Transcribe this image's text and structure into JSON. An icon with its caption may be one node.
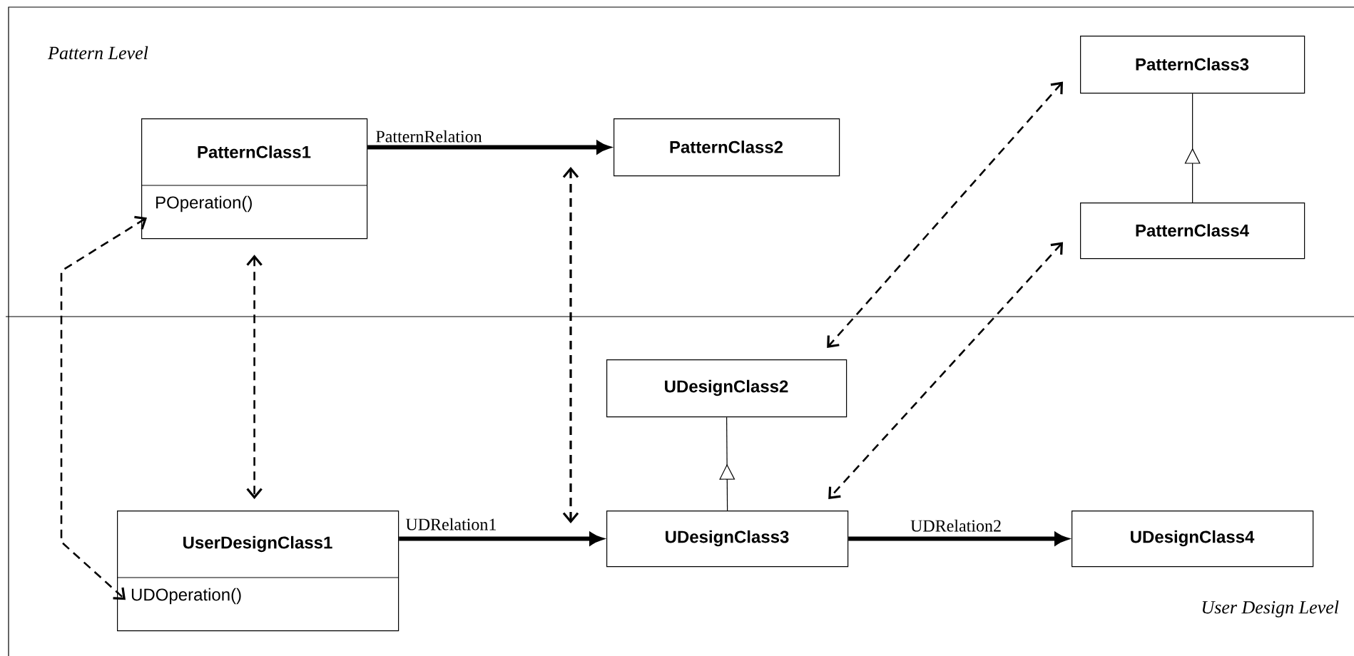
{
  "diagram": {
    "nodes": [
      {
        "text": [
          "PatternClass1",
          "POperation()"
        ]
      },
      {
        "text": [
          "PatternClass2"
        ]
      },
      {
        "text": [
          "PatternClass3"
        ]
      },
      {
        "text": [
          "PatternClass4"
        ]
      },
      {
        "text": [
          "UDesignClass2"
        ]
      },
      {
        "text": [
          "UserDesignClass1",
          "UDOperation()"
        ]
      },
      {
        "text": [
          "UDesignClass3"
        ]
      },
      {
        "text": [
          "UDesignClass4"
        ]
      }
    ],
    "edges": [
      {
        "from": 0,
        "to": 1,
        "arrow": "to",
        "style": "thick",
        "label": "PatternRelation"
      },
      {
        "from": 5,
        "to": 6,
        "arrow": "to",
        "style": "thick",
        "label": "UDRelation1"
      },
      {
        "from": 6,
        "to": 7,
        "arrow": "to",
        "style": "thick",
        "label": "UDRelation2"
      },
      {
        "from": 3,
        "to": 2,
        "arrow": "to"
      },
      {
        "from": 6,
        "to": 4,
        "arrow": "to"
      },
      {
        "from": 0,
        "to": 5,
        "arrow": "both",
        "style": "dashed"
      },
      {
        "from": 0,
        "to": 5,
        "arrow": "both",
        "style": "dashed"
      },
      {
        "from": 2,
        "to": 4,
        "arrow": "both",
        "style": "dashed"
      },
      {
        "from": 3,
        "to": 6,
        "arrow": "both",
        "style": "dashed"
      }
    ],
    "labels": [
      "Pattern Level",
      "User Design Level"
    ]
  }
}
